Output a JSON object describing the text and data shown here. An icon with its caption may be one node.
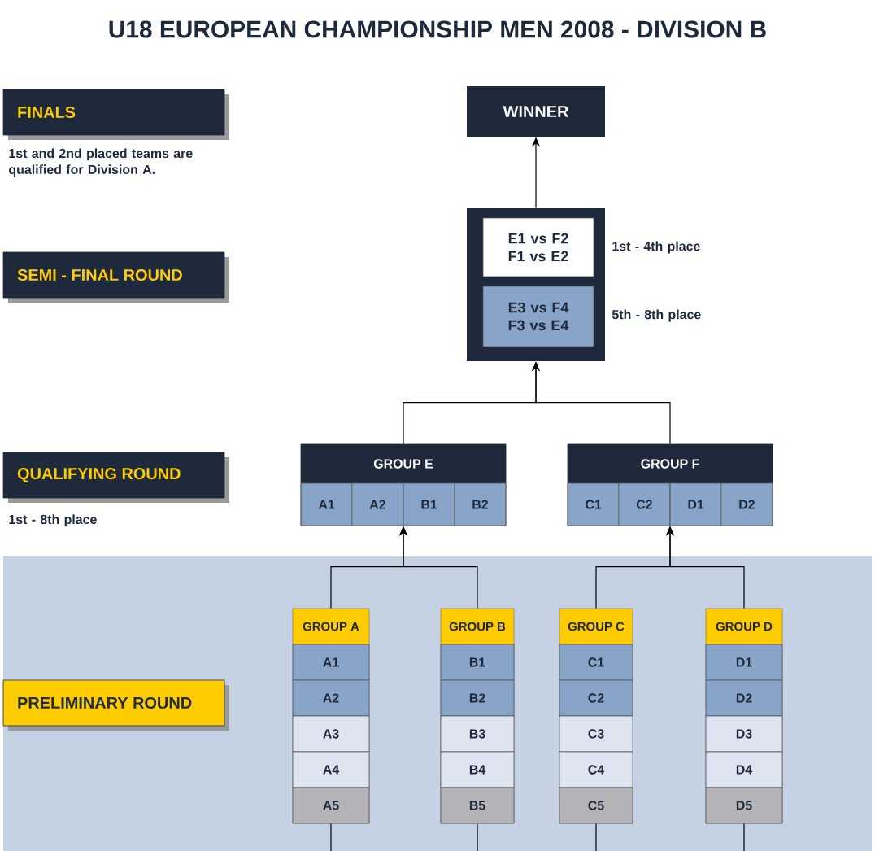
{
  "diagram": {
    "title": "U18 EUROPEAN CHAMPIONSHIP MEN 2008 - DIVISION B",
    "nodes": [
      {
        "text": [
          "FINALS"
        ],
        "beside": [
          "1st and 2nd placed teams are qualified for Division A."
        ]
      },
      {
        "text": [
          "SEMI - FINAL ROUND"
        ]
      },
      {
        "text": [
          "QUALIFYING ROUND"
        ],
        "beside": [
          "1st - 8th place"
        ]
      },
      {
        "text": [
          "PRELIMINARY ROUND"
        ]
      },
      {
        "text": [
          "WINNER"
        ]
      },
      {
        "text": [],
        "shape": "box"
      },
      {
        "text": [
          "E1 vs F2 F1 vs E2"
        ],
        "in": 5,
        "beside": [
          "1st - 4th place"
        ]
      },
      {
        "text": [
          "E3 vs F4 F3 vs E4"
        ],
        "in": 5,
        "beside": [
          "5th - 8th place"
        ]
      },
      {
        "text": [
          "GROUP E"
        ]
      },
      {
        "text": [
          "A1"
        ],
        "in": 8
      },
      {
        "text": [
          "A2"
        ],
        "in": 8
      },
      {
        "text": [
          "B1"
        ],
        "in": 8
      },
      {
        "text": [
          "B2"
        ],
        "in": 8
      },
      {
        "text": [
          "GROUP F"
        ]
      },
      {
        "text": [
          "C1"
        ],
        "in": 13
      },
      {
        "text": [
          "C2"
        ],
        "in": 13
      },
      {
        "text": [
          "D1"
        ],
        "in": 13
      },
      {
        "text": [
          "D2"
        ],
        "in": 13
      },
      {
        "text": [
          "GROUP A"
        ]
      },
      {
        "text": [
          "A1"
        ],
        "in": 18
      },
      {
        "text": [
          "A2"
        ],
        "in": 18
      },
      {
        "text": [
          "A3"
        ],
        "in": 18
      },
      {
        "text": [
          "A4"
        ],
        "in": 18
      },
      {
        "text": [
          "A5"
        ],
        "in": 18
      },
      {
        "text": [
          "GROUP B"
        ]
      },
      {
        "text": [
          "B1"
        ],
        "in": 24
      },
      {
        "text": [
          "B2"
        ],
        "in": 24
      },
      {
        "text": [
          "B3"
        ],
        "in": 24
      },
      {
        "text": [
          "B4"
        ],
        "in": 24
      },
      {
        "text": [
          "B5"
        ],
        "in": 24
      },
      {
        "text": [
          "GROUP C"
        ]
      },
      {
        "text": [
          "C1"
        ],
        "in": 30
      },
      {
        "text": [
          "C2"
        ],
        "in": 30
      },
      {
        "text": [
          "C3"
        ],
        "in": 30
      },
      {
        "text": [
          "C4"
        ],
        "in": 30
      },
      {
        "text": [
          "C5"
        ],
        "in": 30
      },
      {
        "text": [
          "GROUP D"
        ]
      },
      {
        "text": [
          "D1"
        ],
        "in": 36
      },
      {
        "text": [
          "D2"
        ],
        "in": 36
      },
      {
        "text": [
          "D3"
        ],
        "in": 36
      },
      {
        "text": [
          "D4"
        ],
        "in": 36
      },
      {
        "text": [
          "D5"
        ],
        "in": 36
      }
    ],
    "edges": [
      {
        "from": 5,
        "to": 4,
        "arrow": "to"
      },
      {
        "from": 8,
        "to": 5,
        "arrow": "to"
      },
      {
        "from": 13,
        "to": 5,
        "arrow": "to"
      },
      {
        "from": 18,
        "to": 8,
        "arrow": "to"
      },
      {
        "from": 24,
        "to": 8,
        "arrow": "to"
      },
      {
        "from": 30,
        "to": 13,
        "arrow": "to"
      },
      {
        "from": 36,
        "to": 13,
        "arrow": "to"
      },
      {
        "from": null,
        "to": 18,
        "arrow": "none"
      },
      {
        "from": null,
        "to": 24,
        "arrow": "none"
      },
      {
        "from": null,
        "to": 30,
        "arrow": "none"
      },
      {
        "from": null,
        "to": 36,
        "arrow": "none"
      }
    ]
  }
}
